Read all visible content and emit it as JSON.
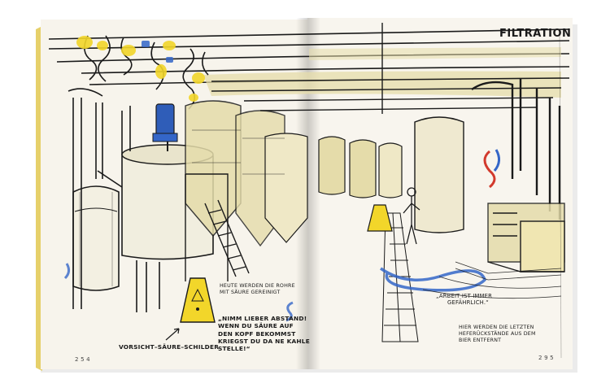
{
  "spread": {
    "title": "FILTRATION",
    "page_left": "2 5 4",
    "page_right": "2 9 5"
  },
  "captions": {
    "rohre": [
      "HEUTE WERDEN DIE ROHRE",
      "MIT SÄURE GEREINIGT"
    ],
    "abstand": [
      "„NIMM LIEBER ABSTAND!",
      "WENN DU SÄURE AUF",
      "DEN KOPF BEKOMMST",
      "KRIEGST DU DA NE KAHLE",
      "STELLE!“"
    ],
    "schilder": "VORSICHT–SÄURE–SCHILDER",
    "arbeit": [
      "„ARBEIT IST IMMER",
      "GEFÄHRLICH.“"
    ],
    "hefe": [
      "HIER WERDEN DIE LETZTEN",
      "HEFERÜCKSTÄNDE AUS DEM",
      "BIER ENTFERNT"
    ]
  },
  "colors": {
    "paper": "#f7f4ec",
    "ink": "#1a1a1a",
    "wash": "#e5dcaa",
    "yellow": "#f2d62a",
    "blue": "#3466c8",
    "red": "#d2392c"
  }
}
